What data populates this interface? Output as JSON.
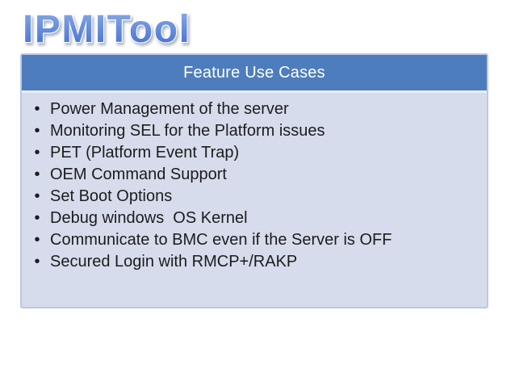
{
  "slide": {
    "title": "IPMITool",
    "colors": {
      "header_bg": "#4d7dbd",
      "body_bg": "#d6dcec",
      "outer_border": "#bcc9e5",
      "header_separator": "#e9edf6",
      "header_text": "#ffffff",
      "body_text": "#1c1c1c",
      "title_gradient_top": "#8badea",
      "title_gradient_bottom": "#3f6bcc"
    },
    "table": {
      "header": "Feature Use Cases",
      "bullet": "•",
      "rows": [
        "Power Management of the server",
        "Monitoring SEL for the Platform issues",
        "PET (Platform Event Trap)",
        "OEM Command Support",
        "Set Boot Options",
        "Debug windows  OS Kernel",
        "Communicate to BMC even if the Server is OFF",
        "Secured Login with RMCP+/RAKP"
      ]
    }
  }
}
